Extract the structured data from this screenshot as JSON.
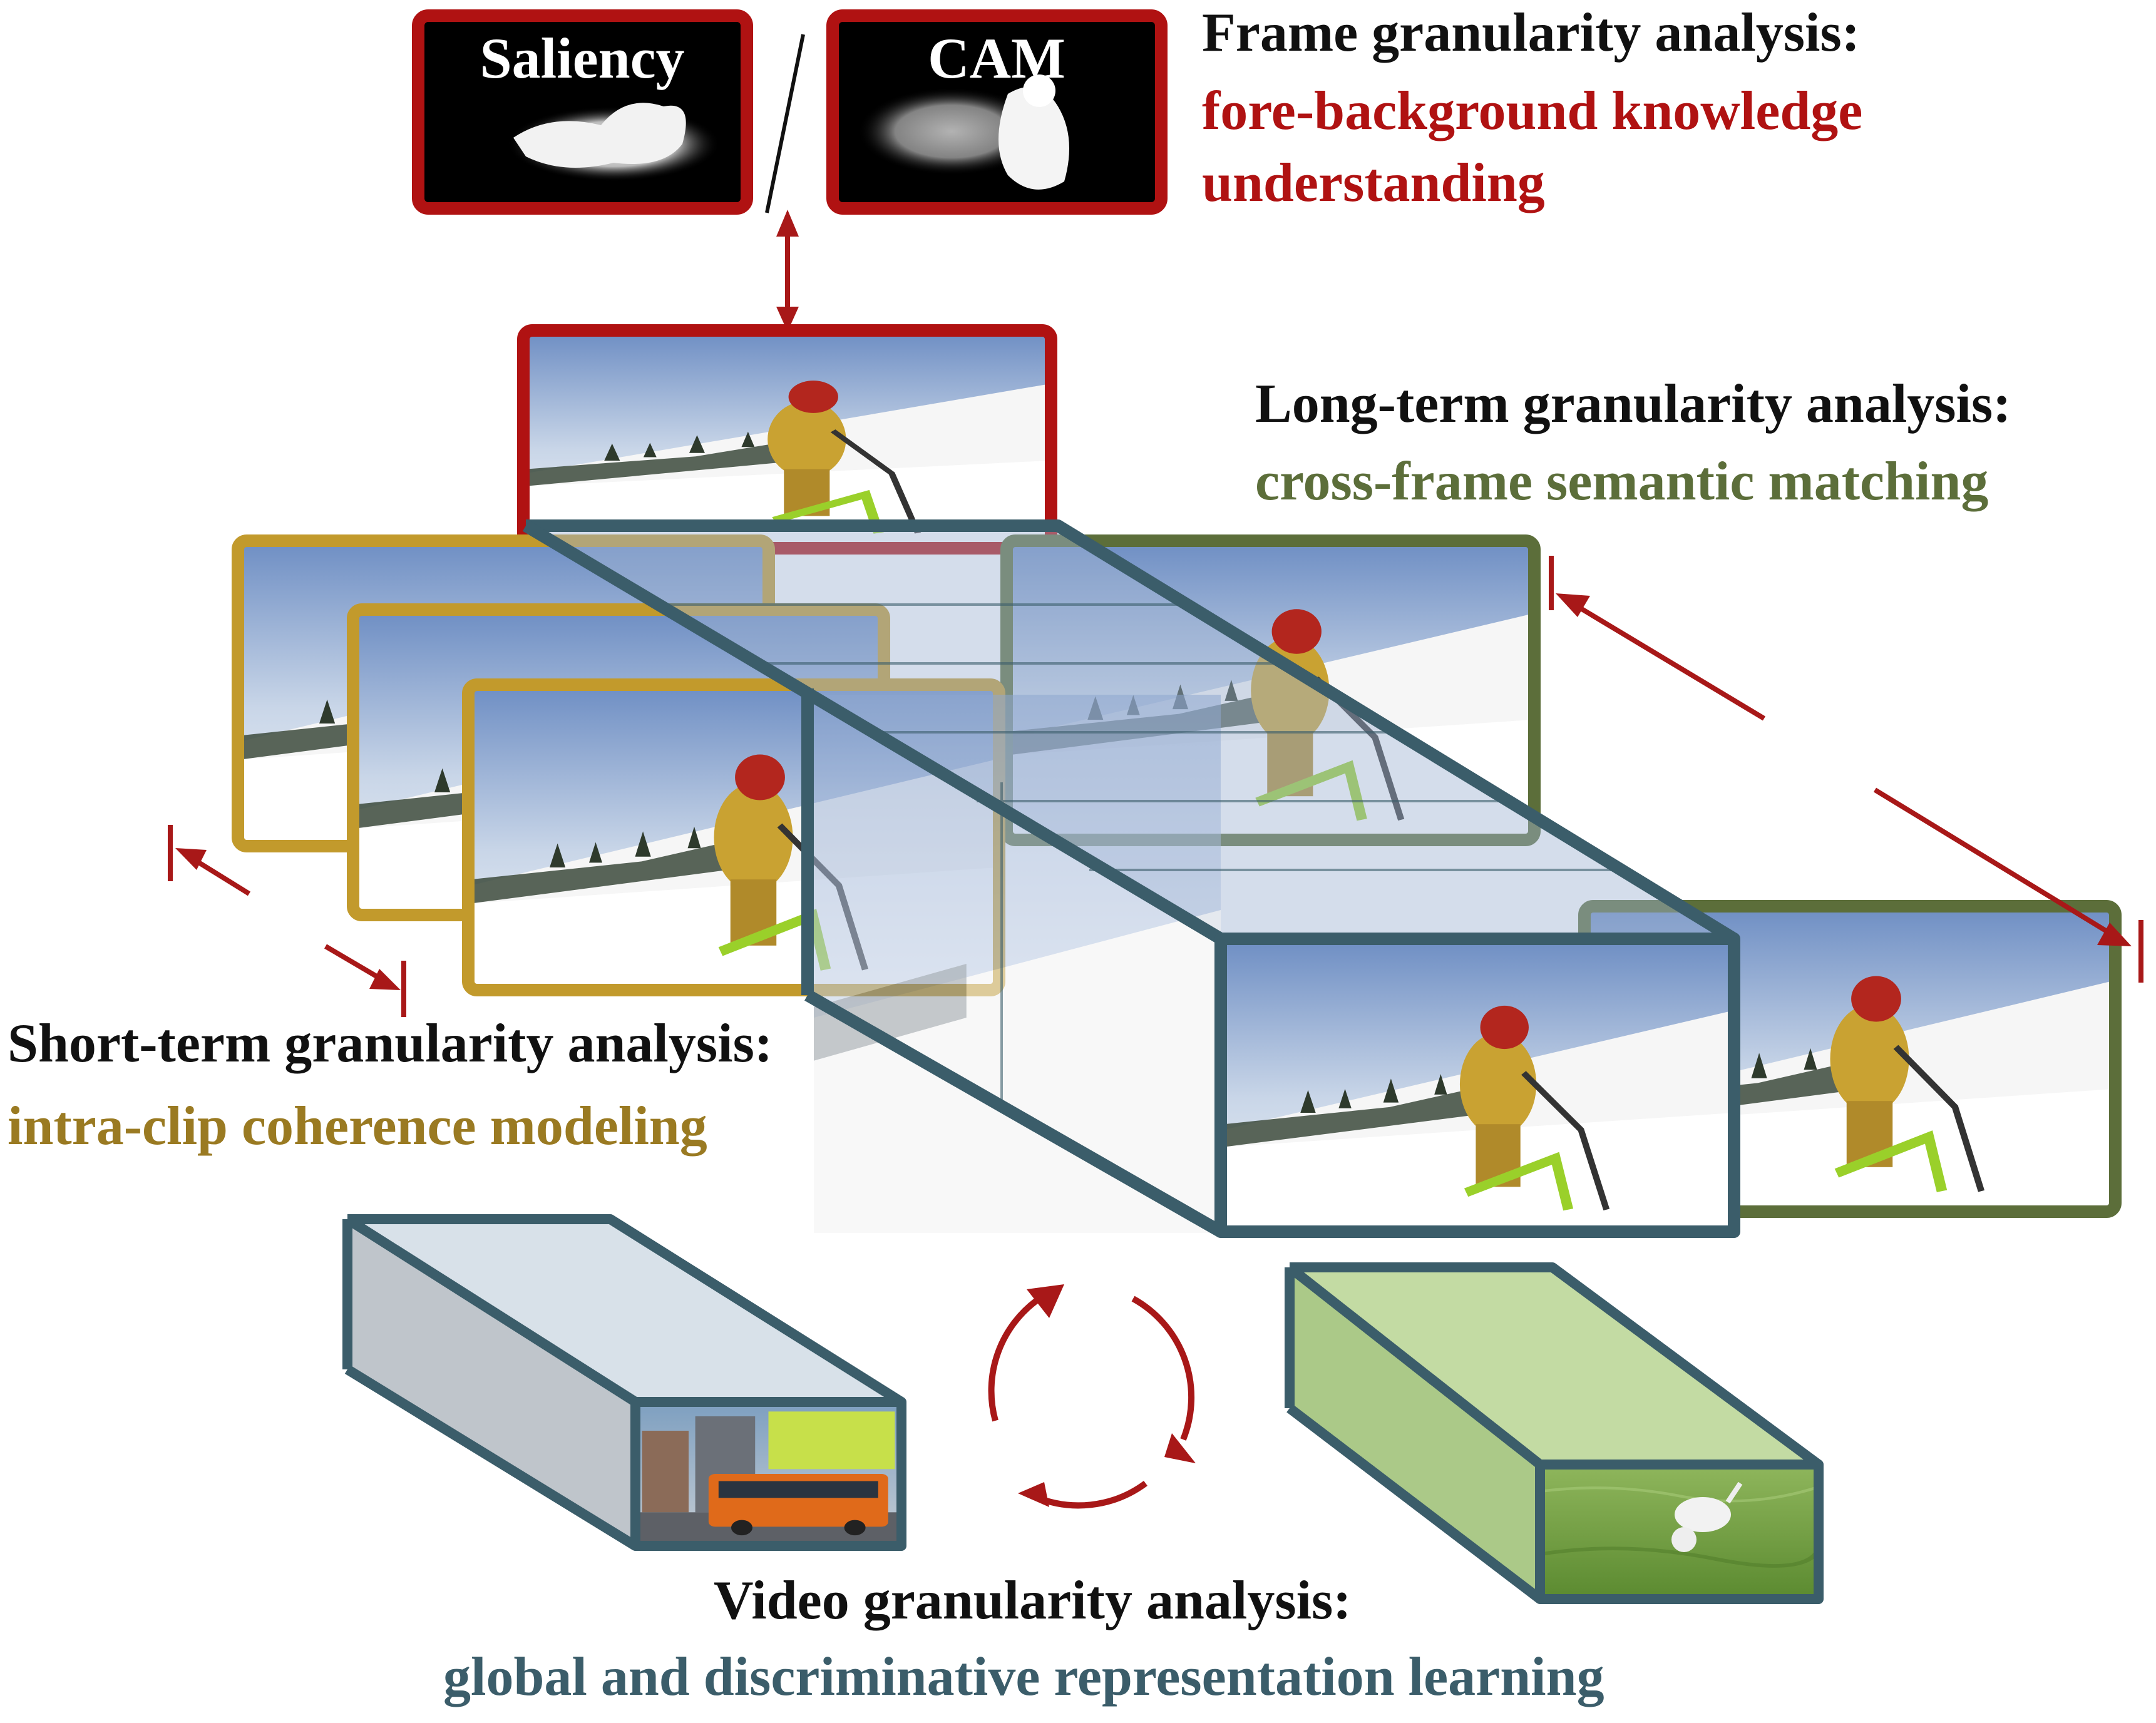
{
  "colors": {
    "frame_red": "#b01212",
    "short_gold": "#c29a2c",
    "long_olive": "#5c6e3a",
    "video_teal": "#3b5d6a",
    "arrow_red": "#a81818",
    "text_black": "#111111",
    "sky_top": "#6f8fc4",
    "sky_bottom": "#dfe7f2",
    "snow": "#f7f7f7",
    "grass": "#6d9a3e"
  },
  "icons": {
    "saliency_map": "saliency-heatmap-icon",
    "cam_map": "cam-heatmap-icon",
    "skier": "snowbike-rider-icon",
    "bus": "bus-icon",
    "dog": "dog-icon",
    "cycle": "cycle-arrows-icon"
  },
  "maps": {
    "saliency": "Saliency",
    "separator": "/",
    "cam": "CAM"
  },
  "frame": {
    "title": "Frame granularity analysis:",
    "line1": "fore-background knowledge",
    "line2": "understanding"
  },
  "long_term": {
    "title": "Long-term granularity analysis:",
    "subtitle": "cross-frame semantic matching"
  },
  "short_term": {
    "title": "Short-term granularity analysis:",
    "subtitle": "intra-clip coherence modeling"
  },
  "video": {
    "title": "Video granularity analysis:",
    "subtitle": "global and discriminative representation learning"
  }
}
